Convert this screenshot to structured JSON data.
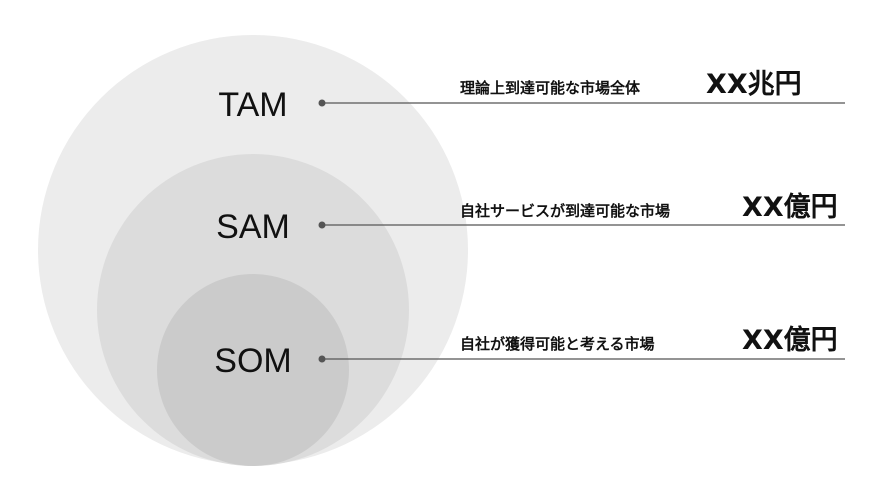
{
  "levels": [
    {
      "key": "tam",
      "label": "TAM",
      "description": "理論上到達可能な市場全体",
      "value": "XX兆円",
      "fill": "#ececec"
    },
    {
      "key": "sam",
      "label": "SAM",
      "description": "自社サービスが到達可能な市場",
      "value": "XX億円",
      "fill": "#dcdcdc"
    },
    {
      "key": "som",
      "label": "SOM",
      "description": "自社が獲得可能と考える市場",
      "value": "XX億円",
      "fill": "#cbcbcb"
    }
  ],
  "colors": {
    "background": "#ffffff",
    "leader_line": "#555555",
    "text": "#111111"
  }
}
